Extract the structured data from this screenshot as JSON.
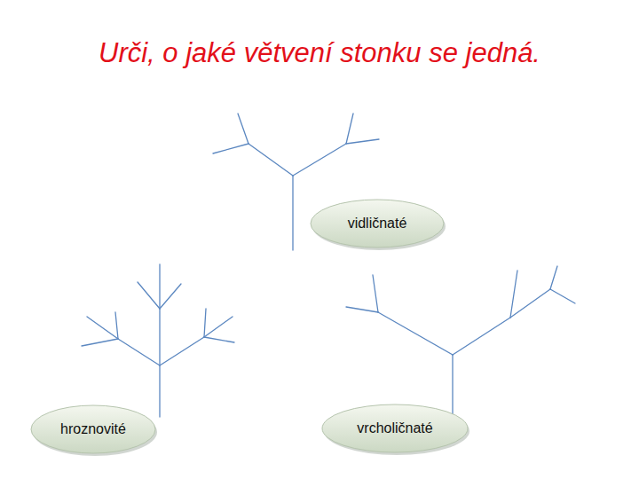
{
  "diagram": {
    "title": "Urči, o jaké větvení stonku se jedná.",
    "nodes": [
      {
        "text": [
          "vidličnaté"
        ]
      },
      {
        "text": [
          "hroznovité"
        ]
      },
      {
        "text": [
          "vrcholičnaté"
        ]
      }
    ]
  }
}
